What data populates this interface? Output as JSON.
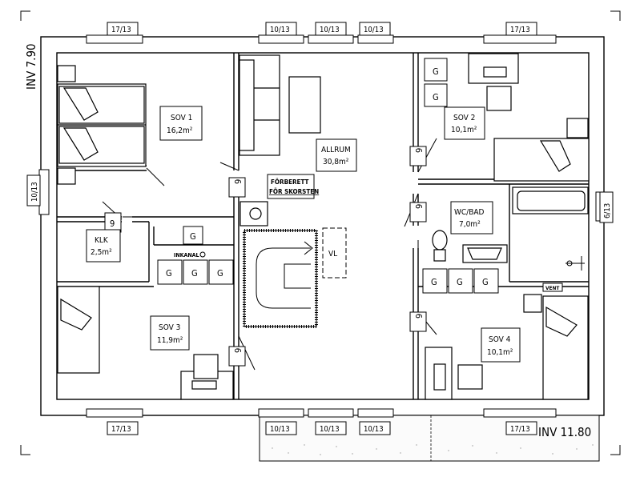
{
  "inv_left": "INV 7.90",
  "inv_right": "INV 11.80",
  "rooms": {
    "sov1": {
      "name": "SOV 1",
      "area": "16,2m²"
    },
    "sov2": {
      "name": "SOV 2",
      "area": "10,1m²"
    },
    "sov3": {
      "name": "SOV 3",
      "area": "11,9m²"
    },
    "sov4": {
      "name": "SOV 4",
      "area": "10,1m²"
    },
    "allrum": {
      "name": "ALLRUM",
      "area": "30,8m²"
    },
    "klk": {
      "name": "KLK",
      "area": "2,5m²"
    },
    "wcbad": {
      "name": "WC/BAD",
      "area": "7,0m²"
    }
  },
  "windows": {
    "top": [
      "17/13",
      "10/13",
      "10/13",
      "10/13",
      "17/13"
    ],
    "bottom": [
      "17/13",
      "10/13",
      "10/13",
      "10/13",
      "17/13"
    ],
    "left": "10/13",
    "right": "6/13"
  },
  "door_tag": "9",
  "wardrobe_tag": "G",
  "chimney_note": {
    "line1": "FÖRBERETT",
    "line2": "FÖR SKORSTEN"
  },
  "inkanal": "INKANAL",
  "vent": "VENT",
  "vl": "VL"
}
